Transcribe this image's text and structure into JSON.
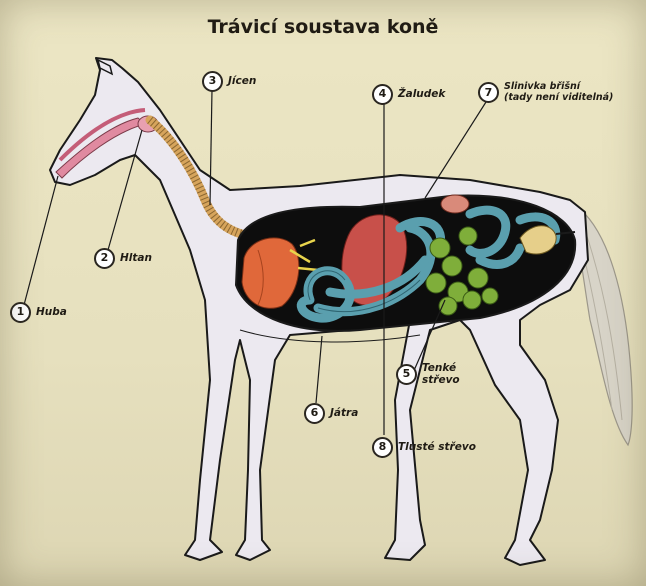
{
  "title": "Trávicí soustava koně",
  "labels": [
    {
      "n": "1",
      "text": "Huba"
    },
    {
      "n": "2",
      "text": "Hltan"
    },
    {
      "n": "3",
      "text": "Jícen"
    },
    {
      "n": "4",
      "text": "Žaludek"
    },
    {
      "n": "5",
      "text1": "Tenké",
      "text2": "střevo"
    },
    {
      "n": "6",
      "text": "Játra"
    },
    {
      "n": "7",
      "text1": "Slinivka břišní",
      "text2": "(tady není viditelná)"
    },
    {
      "n": "8",
      "text": "Tlusté střevo"
    }
  ],
  "colors": {
    "body": "#ece9f0",
    "outline": "#1a1a1a",
    "cavity": "#0d0d0d",
    "esophagus": "#d6a45c",
    "stomach": "#c8504a",
    "liver": "#e0683a",
    "large_intestine": "#5a9fae",
    "small_intestine": "#7fae3a",
    "pancreas": "#e6cf8a",
    "mouth": "#e08aa0"
  }
}
